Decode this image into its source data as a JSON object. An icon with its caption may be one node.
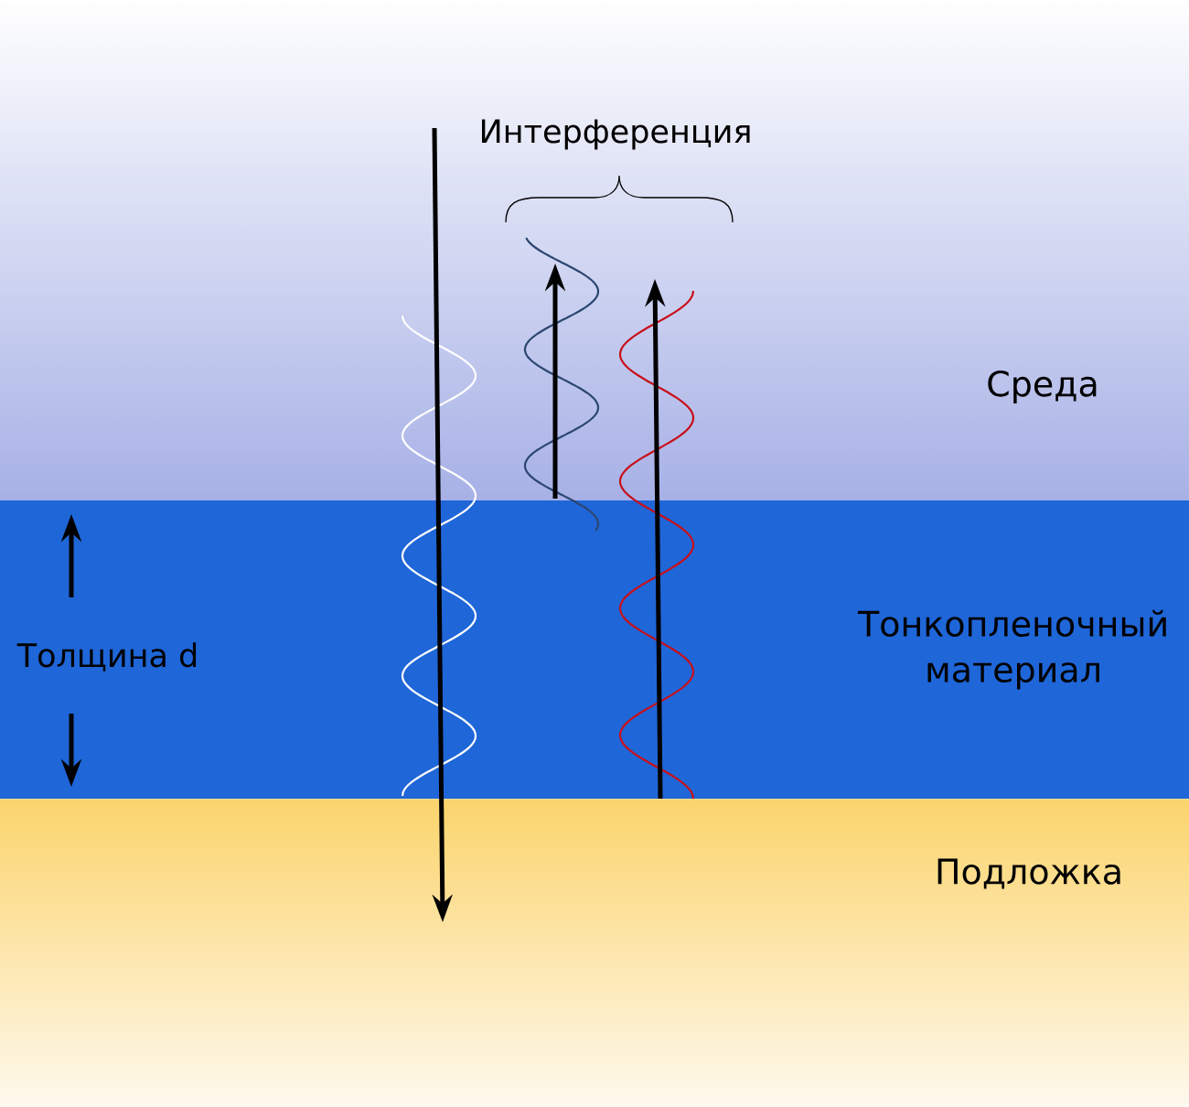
{
  "diagram": {
    "nodes": [
      {
        "text": [
          "Среда"
        ]
      },
      {
        "text": [
          "Тонкопленочный материал"
        ]
      },
      {
        "text": [
          "Подложка"
        ]
      }
    ],
    "labels": [
      "Интерференция",
      "Толщина d"
    ]
  }
}
